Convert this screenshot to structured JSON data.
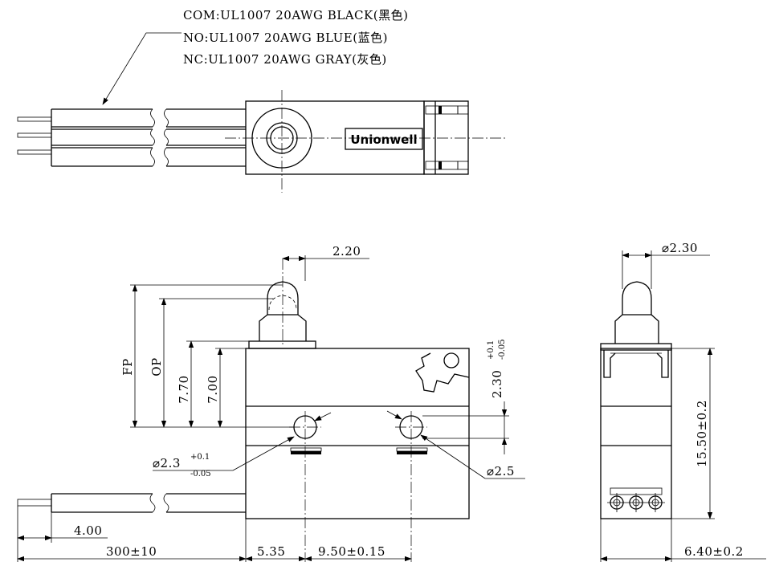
{
  "wire_notes": {
    "com": "COM:UL1007 20AWG BLACK(黑色)",
    "no": "NO:UL1007 20AWG BLUE(蓝色)",
    "nc": "NC:UL1007 20AWG GRAY(灰色)"
  },
  "brand": "Unionwell",
  "dims": {
    "actuator_offset": "2.20",
    "plunger_dia": "⌀2.30",
    "fp": "FP",
    "op": "OP",
    "d770": "7.70",
    "d700": "7.00",
    "hole_offset": "2.30",
    "hole_offset_tol_plus": "+0.1",
    "hole_offset_tol_minus": "-0.05",
    "hole_small": "⌀2.3",
    "hole_small_tol_plus": "+0.1",
    "hole_small_tol_minus": "-0.05",
    "hole_large": "⌀2.5",
    "strip": "4.00",
    "wire_length": "300±10",
    "d535": "5.35",
    "hole_pitch": "9.50±0.15",
    "height": "15.50±0.2",
    "width": "6.40±0.2"
  }
}
